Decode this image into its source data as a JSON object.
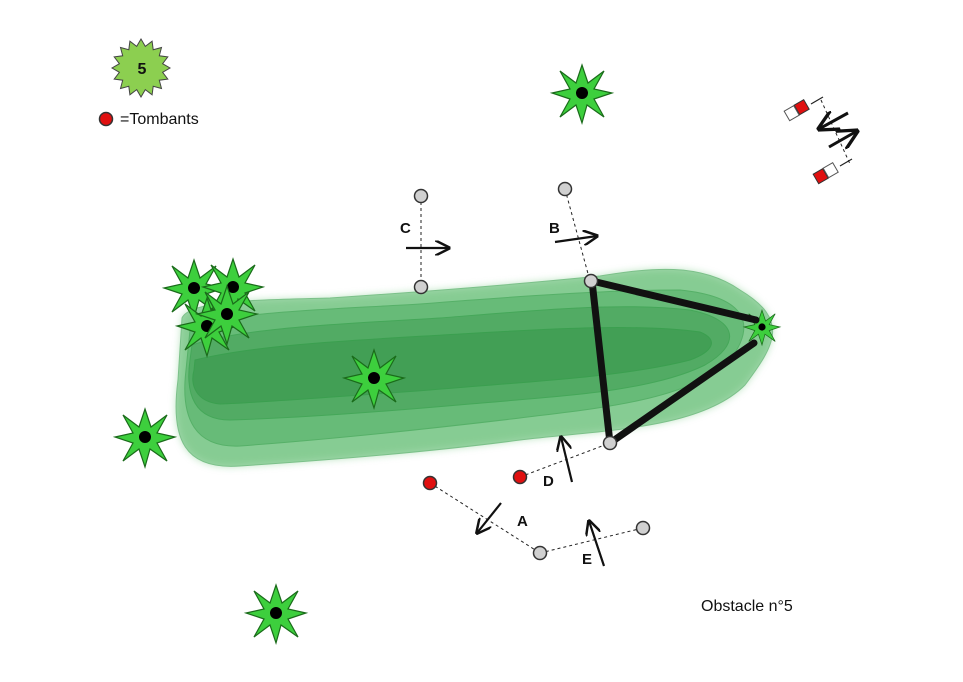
{
  "badge": {
    "number": "5"
  },
  "legend": {
    "text": "=Tombants"
  },
  "caption": "Obstacle n°5",
  "gates": {
    "A": {
      "label": "A"
    },
    "B": {
      "label": "B"
    },
    "C": {
      "label": "C"
    },
    "D": {
      "label": "D"
    },
    "E": {
      "label": "E"
    }
  },
  "colors": {
    "shoal": "#3aa84f",
    "tree_leaf": "#3dcf3d",
    "tree_center": "#000000",
    "buoy_grey": "#d0d0d0",
    "buoy_red": "#e01010",
    "badge": "#8ccf50",
    "frame": "#111111"
  },
  "icons": [
    "starburst-badge-icon",
    "tree-icon",
    "buoy-icon",
    "red-buoy-icon",
    "arrow-icon",
    "flag-marker-icon"
  ]
}
